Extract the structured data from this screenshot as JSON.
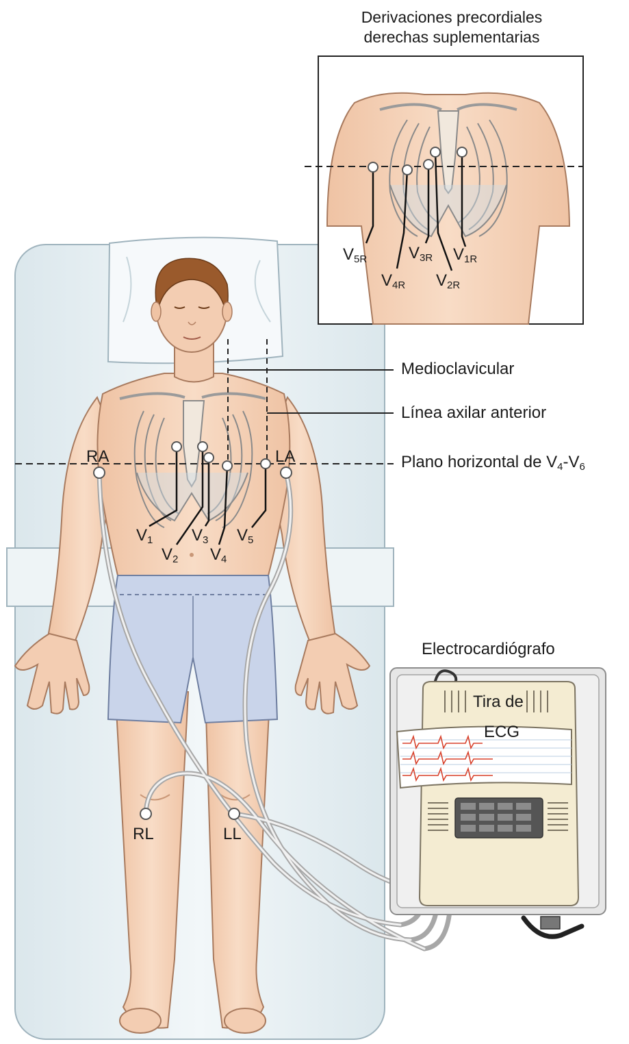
{
  "inset": {
    "title_line1": "Derivaciones precordiales",
    "title_line2": "derechas suplementarias",
    "leads": {
      "v5r": {
        "main": "V",
        "sub": "5R"
      },
      "v4r": {
        "main": "V",
        "sub": "4R"
      },
      "v3r": {
        "main": "V",
        "sub": "3R"
      },
      "v2r": {
        "main": "V",
        "sub": "2R"
      },
      "v1r": {
        "main": "V",
        "sub": "1R"
      }
    }
  },
  "callouts": {
    "midclavicular": "Medioclavicular",
    "anterior_axillary": "Línea axilar anterior",
    "horizontal_plane_prefix": "Plano horizontal de V",
    "horizontal_plane_sub1": "4",
    "horizontal_plane_dash": "-V",
    "horizontal_plane_sub2": "6"
  },
  "limb_leads": {
    "ra": "RA",
    "la": "LA",
    "rl": "RL",
    "ll": "LL"
  },
  "chest_leads": {
    "v1": {
      "main": "V",
      "sub": "1"
    },
    "v2": {
      "main": "V",
      "sub": "2"
    },
    "v3": {
      "main": "V",
      "sub": "3"
    },
    "v4": {
      "main": "V",
      "sub": "4"
    },
    "v5": {
      "main": "V",
      "sub": "5"
    }
  },
  "device": {
    "name": "Electrocardiógrafo",
    "strip_line1": "Tira de",
    "strip_line2": "ECG"
  },
  "colors": {
    "skin": "#f6d5bd",
    "skin_shadow": "#e8b898",
    "hair": "#9a5a2c",
    "bed": "#e3edf1",
    "shorts": "#c9d4ea",
    "device": "#f4ecd2",
    "ecg_trace": "#d8402a",
    "electrode": "#ffffff"
  }
}
